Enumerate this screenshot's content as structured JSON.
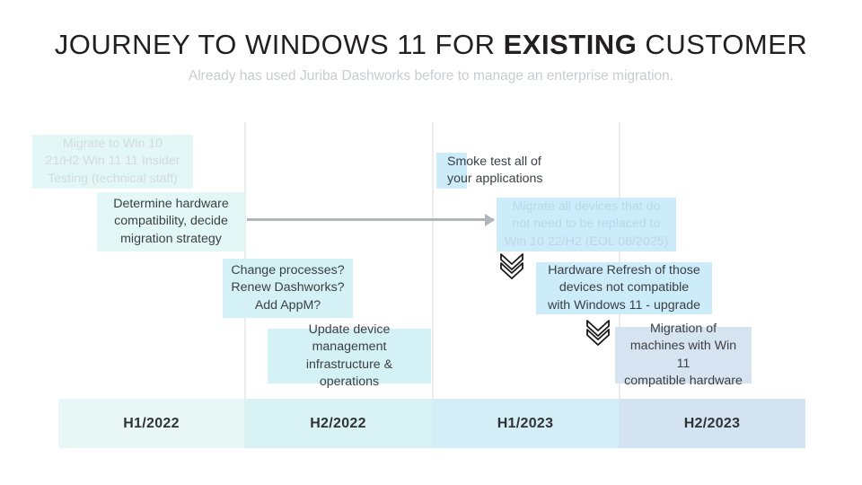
{
  "header": {
    "title_part1": "JOURNEY  TO WINDOWS 11 FOR ",
    "title_emphasis": "EXISTING",
    "title_part2": " CUSTOMER",
    "subtitle": "Already has used Juriba Dashworks before to manage an enterprise migration."
  },
  "colors": {
    "tint_light": "#e3f7f7",
    "tint_mid": "#d4f2f5",
    "tint_deep": "#cbecf8",
    "tint_blue": "#d6e4f1",
    "text_dark": "#3c4044",
    "text_muted": "#d2dcdc",
    "text_muted_deep": "#b9d8e8",
    "divider": "#ececec",
    "arrow": "#b0b5bb",
    "subtitle": "#c9cccf"
  },
  "boxes": [
    {
      "id": "migrate-win10-insider",
      "text": "Migrate to Win 10\n21/H2 Win 11 11 Insider\nTesting (technical staff)",
      "state": "completed-muted"
    },
    {
      "id": "determine-hardware-compatibility",
      "text": "Determine hardware\ncompatibility, decide\nmigration strategy",
      "state": "active"
    },
    {
      "id": "change-processes-renew-dashworks",
      "text": "Change processes?\nRenew Dashworks?\nAdd AppM?",
      "state": "active"
    },
    {
      "id": "update-device-management",
      "text": "Update device\nmanagement\ninfrastructure & operations",
      "state": "active"
    },
    {
      "id": "smoke-test-applications",
      "text": "Smoke test all of\nyour applications",
      "state": "active"
    },
    {
      "id": "migrate-devices-win10-22h2",
      "text": "Migrate all devices that do\nnot need to be replaced to\nWin 10 22/H2 (EOL 06/2025)",
      "state": "optional-muted"
    },
    {
      "id": "hardware-refresh",
      "text": "Hardware Refresh of those\ndevices not compatible\nwith Windows 11 - upgrade",
      "state": "active"
    },
    {
      "id": "migration-win11-compatible",
      "text": "Migration of\nmachines with Win 11\ncompatible hardware",
      "state": "active"
    }
  ],
  "icons": {
    "chevron_1": "double-chevron-down-icon",
    "chevron_2": "double-chevron-down-icon",
    "flow_arrow": "right-arrow-icon"
  },
  "timeline": {
    "periods": [
      {
        "label": "H1/2022",
        "color": "#e9f8f7"
      },
      {
        "label": "H2/2022",
        "color": "#d9f3f4"
      },
      {
        "label": "H1/2023",
        "color": "#d4eef8"
      },
      {
        "label": "H2/2023",
        "color": "#d3e3f1"
      }
    ]
  }
}
